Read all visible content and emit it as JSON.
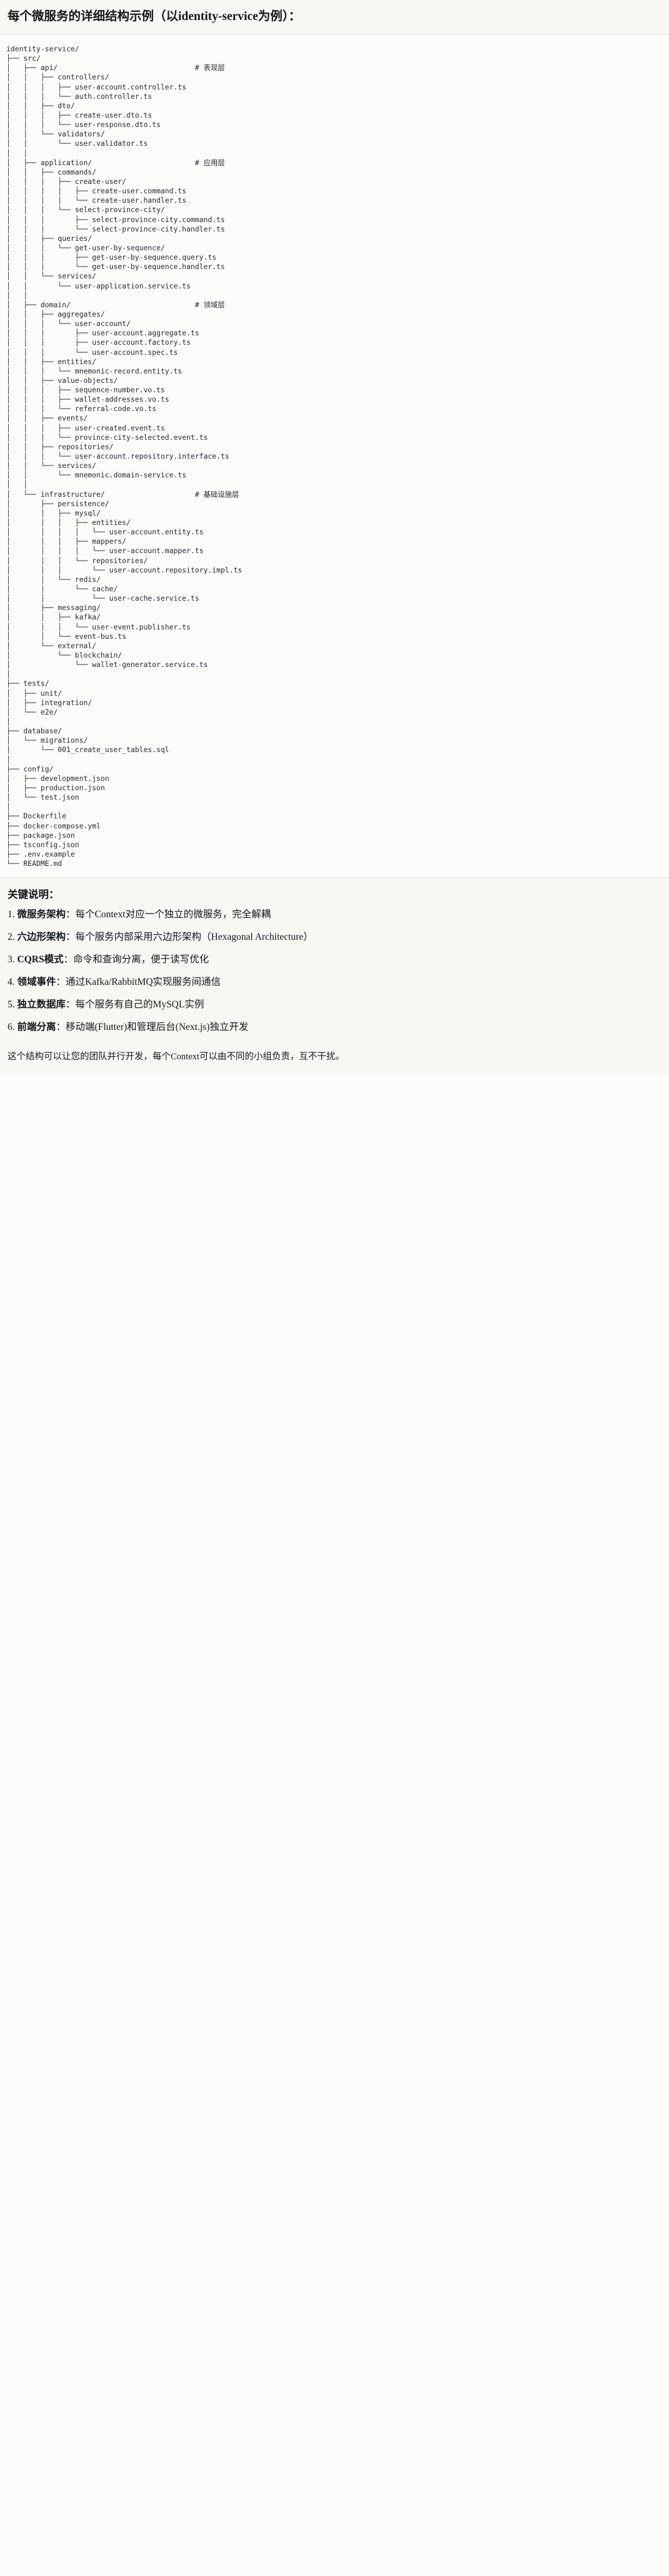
{
  "header": {
    "title": "每个微服务的详细结构示例（以identity-service为例）："
  },
  "tree": {
    "root": "identity-service/",
    "lines": [
      {
        "text": "identity-service/",
        "comment": ""
      },
      {
        "text": "├── src/",
        "comment": ""
      },
      {
        "text": "│   ├── api/",
        "comment": "# 表现层"
      },
      {
        "text": "│   │   ├── controllers/",
        "comment": ""
      },
      {
        "text": "│   │   │   ├── user-account.controller.ts",
        "comment": ""
      },
      {
        "text": "│   │   │   └── auth.controller.ts",
        "comment": ""
      },
      {
        "text": "│   │   ├── dto/",
        "comment": ""
      },
      {
        "text": "│   │   │   ├── create-user.dto.ts",
        "comment": ""
      },
      {
        "text": "│   │   │   └── user-response.dto.ts",
        "comment": ""
      },
      {
        "text": "│   │   └── validators/",
        "comment": ""
      },
      {
        "text": "│   │       └── user.validator.ts",
        "comment": ""
      },
      {
        "text": "│   │",
        "comment": ""
      },
      {
        "text": "│   ├── application/",
        "comment": "# 应用层"
      },
      {
        "text": "│   │   ├── commands/",
        "comment": ""
      },
      {
        "text": "│   │   │   ├── create-user/",
        "comment": ""
      },
      {
        "text": "│   │   │   │   ├── create-user.command.ts",
        "comment": ""
      },
      {
        "text": "│   │   │   │   └── create-user.handler.ts",
        "comment": ""
      },
      {
        "text": "│   │   │   └── select-province-city/",
        "comment": ""
      },
      {
        "text": "│   │   │       ├── select-province-city.command.ts",
        "comment": ""
      },
      {
        "text": "│   │   │       └── select-province-city.handler.ts",
        "comment": ""
      },
      {
        "text": "│   │   ├── queries/",
        "comment": ""
      },
      {
        "text": "│   │   │   └── get-user-by-sequence/",
        "comment": ""
      },
      {
        "text": "│   │   │       ├── get-user-by-sequence.query.ts",
        "comment": ""
      },
      {
        "text": "│   │   │       └── get-user-by-sequence.handler.ts",
        "comment": ""
      },
      {
        "text": "│   │   └── services/",
        "comment": ""
      },
      {
        "text": "│   │       └── user-application.service.ts",
        "comment": ""
      },
      {
        "text": "│   │",
        "comment": ""
      },
      {
        "text": "│   ├── domain/",
        "comment": "# 领域层"
      },
      {
        "text": "│   │   ├── aggregates/",
        "comment": ""
      },
      {
        "text": "│   │   │   └── user-account/",
        "comment": ""
      },
      {
        "text": "│   │   │       ├── user-account.aggregate.ts",
        "comment": ""
      },
      {
        "text": "│   │   │       ├── user-account.factory.ts",
        "comment": ""
      },
      {
        "text": "│   │   │       └── user-account.spec.ts",
        "comment": ""
      },
      {
        "text": "│   │   ├── entities/",
        "comment": ""
      },
      {
        "text": "│   │   │   └── mnemonic-record.entity.ts",
        "comment": ""
      },
      {
        "text": "│   │   ├── value-objects/",
        "comment": ""
      },
      {
        "text": "│   │   │   ├── sequence-number.vo.ts",
        "comment": ""
      },
      {
        "text": "│   │   │   ├── wallet-addresses.vo.ts",
        "comment": ""
      },
      {
        "text": "│   │   │   └── referral-code.vo.ts",
        "comment": ""
      },
      {
        "text": "│   │   ├── events/",
        "comment": ""
      },
      {
        "text": "│   │   │   ├── user-created.event.ts",
        "comment": ""
      },
      {
        "text": "│   │   │   └── province-city-selected.event.ts",
        "comment": ""
      },
      {
        "text": "│   │   ├── repositories/",
        "comment": ""
      },
      {
        "text": "│   │   │   └── user-account.repository.interface.ts",
        "comment": ""
      },
      {
        "text": "│   │   └── services/",
        "comment": ""
      },
      {
        "text": "│   │       └── mnemonic.domain-service.ts",
        "comment": ""
      },
      {
        "text": "│   │",
        "comment": ""
      },
      {
        "text": "│   └── infrastructure/",
        "comment": "# 基础设施层"
      },
      {
        "text": "│       ├── persistence/",
        "comment": ""
      },
      {
        "text": "│       │   ├── mysql/",
        "comment": ""
      },
      {
        "text": "│       │   │   ├── entities/",
        "comment": ""
      },
      {
        "text": "│       │   │   │   └── user-account.entity.ts",
        "comment": ""
      },
      {
        "text": "│       │   │   ├── mappers/",
        "comment": ""
      },
      {
        "text": "│       │   │   │   └── user-account.mapper.ts",
        "comment": ""
      },
      {
        "text": "│       │   │   └── repositories/",
        "comment": ""
      },
      {
        "text": "│       │   │       └── user-account.repository.impl.ts",
        "comment": ""
      },
      {
        "text": "│       │   └── redis/",
        "comment": ""
      },
      {
        "text": "│       │       └── cache/",
        "comment": ""
      },
      {
        "text": "│       │           └── user-cache.service.ts",
        "comment": ""
      },
      {
        "text": "│       ├── messaging/",
        "comment": ""
      },
      {
        "text": "│       │   ├── kafka/",
        "comment": ""
      },
      {
        "text": "│       │   │   └── user-event.publisher.ts",
        "comment": ""
      },
      {
        "text": "│       │   └── event-bus.ts",
        "comment": ""
      },
      {
        "text": "│       └── external/",
        "comment": ""
      },
      {
        "text": "│           └── blockchain/",
        "comment": ""
      },
      {
        "text": "│               └── wallet-generator.service.ts",
        "comment": ""
      },
      {
        "text": "│",
        "comment": ""
      },
      {
        "text": "├── tests/",
        "comment": ""
      },
      {
        "text": "│   ├── unit/",
        "comment": ""
      },
      {
        "text": "│   ├── integration/",
        "comment": ""
      },
      {
        "text": "│   └── e2e/",
        "comment": ""
      },
      {
        "text": "│",
        "comment": ""
      },
      {
        "text": "├── database/",
        "comment": ""
      },
      {
        "text": "│   └── migrations/",
        "comment": ""
      },
      {
        "text": "│       └── 001_create_user_tables.sql",
        "comment": ""
      },
      {
        "text": "│",
        "comment": ""
      },
      {
        "text": "├── config/",
        "comment": ""
      },
      {
        "text": "│   ├── development.json",
        "comment": ""
      },
      {
        "text": "│   ├── production.json",
        "comment": ""
      },
      {
        "text": "│   └── test.json",
        "comment": ""
      },
      {
        "text": "│",
        "comment": ""
      },
      {
        "text": "├── Dockerfile",
        "comment": ""
      },
      {
        "text": "├── docker-compose.yml",
        "comment": ""
      },
      {
        "text": "├── package.json",
        "comment": ""
      },
      {
        "text": "├── tsconfig.json",
        "comment": ""
      },
      {
        "text": "├── .env.example",
        "comment": ""
      },
      {
        "text": "└── README.md",
        "comment": ""
      }
    ]
  },
  "notes": {
    "heading": "关键说明：",
    "items": [
      {
        "num": "1.",
        "term": "微服务架构",
        "sep": "：",
        "desc": "每个Context对应一个独立的微服务，完全解耦"
      },
      {
        "num": "2.",
        "term": "六边形架构",
        "sep": "：",
        "desc": "每个服务内部采用六边形架构（Hexagonal Architecture）"
      },
      {
        "num": "3.",
        "term": "CQRS模式",
        "sep": "：",
        "desc": "命令和查询分离，便于读写优化"
      },
      {
        "num": "4.",
        "term": "领域事件",
        "sep": "：",
        "desc": "通过Kafka/RabbitMQ实现服务间通信"
      },
      {
        "num": "5.",
        "term": "独立数据库",
        "sep": "：",
        "desc": "每个服务有自己的MySQL实例"
      },
      {
        "num": "6.",
        "term": "前端分离",
        "sep": "：",
        "desc": "移动端(Flutter)和管理后台(Next.js)独立开发"
      }
    ],
    "footer": "这个结构可以让您的团队并行开发，每个Context可以由不同的小组负责，互不干扰。"
  },
  "colors": {
    "band_bg": "#f7f7f4",
    "page_bg": "#fcfcfb",
    "text": "#14171a",
    "code_text": "#24292f",
    "rule": "#e3e3df"
  }
}
